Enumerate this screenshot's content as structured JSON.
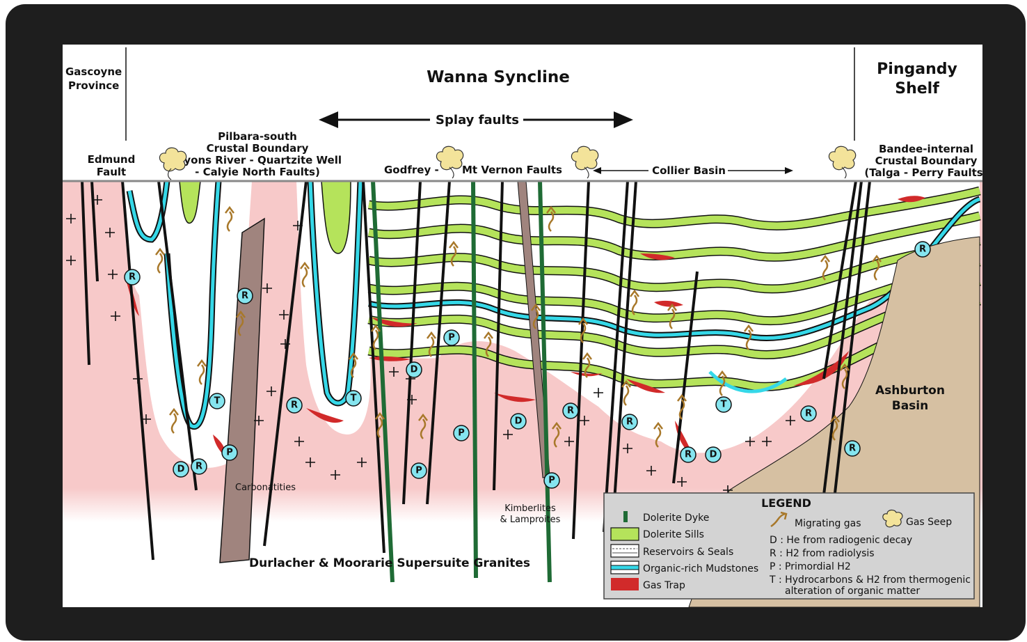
{
  "header": {
    "gascoyne": [
      "Gascoyne",
      "Province"
    ],
    "title": "Wanna  Syncline",
    "pingandy": [
      "Pingandy",
      "Shelf"
    ],
    "splay": "Splay faults"
  },
  "fault_labels": {
    "edmund": [
      "Edmund",
      "Fault"
    ],
    "pilbara": [
      "Pilbara-south",
      "Crustal Boundary",
      "(Lyons River - Quartzite Well",
      "- Calyie North Faults)"
    ],
    "godfrey": "Godfrey -",
    "mt_vernon": "Mt Vernon Faults",
    "collier": "Collier Basin",
    "bandee": [
      "Bandee-internal",
      "Crustal Boundary",
      "(Talga - Perry Faults)"
    ]
  },
  "unit_labels": {
    "carbonatities": "Carbonatities",
    "kimberlites": [
      "Kimberlites",
      "& Lamproites"
    ],
    "granites": "Durlacher & Moorarie Supersuite Granites",
    "ashburton": [
      "Ashburton",
      "Basin"
    ]
  },
  "markers": [
    {
      "letter": "R"
    },
    {
      "letter": "R"
    },
    {
      "letter": "T"
    },
    {
      "letter": "P"
    },
    {
      "letter": "D"
    },
    {
      "letter": "R"
    },
    {
      "letter": "R"
    },
    {
      "letter": "T"
    },
    {
      "letter": "R"
    },
    {
      "letter": "D"
    },
    {
      "letter": "P"
    },
    {
      "letter": "P"
    },
    {
      "letter": "D"
    },
    {
      "letter": "R"
    },
    {
      "letter": "P"
    },
    {
      "letter": "R"
    },
    {
      "letter": "R"
    },
    {
      "letter": "D"
    },
    {
      "letter": "T"
    },
    {
      "letter": "R"
    },
    {
      "letter": "R"
    },
    {
      "letter": "P"
    }
  ],
  "legend": {
    "title": "LEGEND",
    "items": [
      {
        "label": "Dolerite Dyke",
        "swatch": "dyke"
      },
      {
        "label": "Dolerite Sills",
        "swatch": "sill"
      },
      {
        "label": "Reservoirs & Seals",
        "swatch": "reservoir"
      },
      {
        "label": "Organic-rich Mudstones",
        "swatch": "mudstone"
      },
      {
        "label": "Gas Trap",
        "swatch": "trap"
      }
    ],
    "migrating": "Migrating gas",
    "seep": "Gas Seep",
    "codes": [
      "D : He from radiogenic decay",
      "R : H2 from radiolysis",
      "P : Primordial H2",
      "T : Hydrocarbons & H2 from thermogenic",
      "alteration of organic matter"
    ]
  },
  "colors": {
    "granite": "#f7c9c9",
    "sill": "#b5e35b",
    "mudstone": "#35d8e8",
    "trap": "#d12a2a",
    "ashburton": "#d6c0a2",
    "dyke": "#1f6b35",
    "carbonatite": "#a0847e",
    "gas_arrow": "#a8782a",
    "seep": "#f3e39a",
    "badge": "#85e5ef",
    "legend_bg": "#d3d3d3"
  }
}
